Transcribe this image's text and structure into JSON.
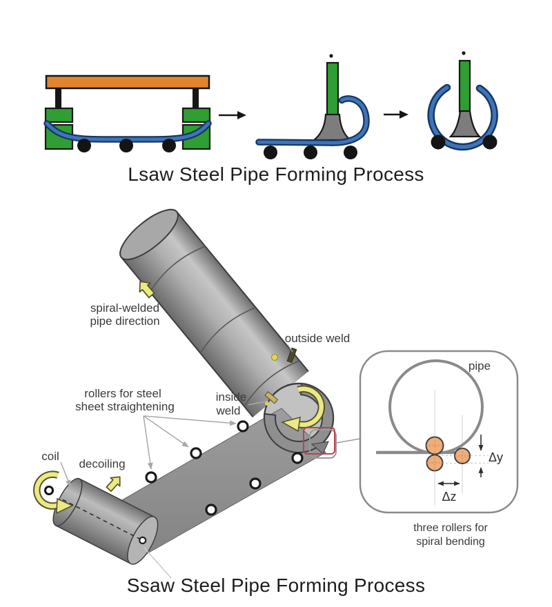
{
  "lsaw": {
    "title": "Lsaw Steel Pipe Forming Process"
  },
  "ssaw": {
    "title": "Ssaw Steel Pipe Forming Process",
    "labels": {
      "spiral_direction_line1": "spiral-welded",
      "spiral_direction_line2": "pipe direction",
      "outside_weld": "outside weld",
      "inside_weld_line1": "inside",
      "inside_weld_line2": "weld",
      "rollers_line1": "rollers for steel",
      "rollers_line2": "sheet straightening",
      "coil": "coil",
      "decoiling": "decoiling"
    },
    "inset": {
      "pipe": "pipe",
      "delta_y": "Δy",
      "delta_z": "Δz",
      "caption_line1": "three rollers for",
      "caption_line2": "spiral bending"
    }
  },
  "colors": {
    "die_green": "#2f9e33",
    "beam_orange": "#e0852e",
    "sheet_blue": "#3f73ba",
    "sheet_blue_outline": "#15375f",
    "pipe_gray": "#9a9a9a",
    "arrow_yellow": "#ece884",
    "arrow_yellow_outline": "#55542a",
    "roller_orange": "#efad7b",
    "highlight_red": "#b34455"
  }
}
